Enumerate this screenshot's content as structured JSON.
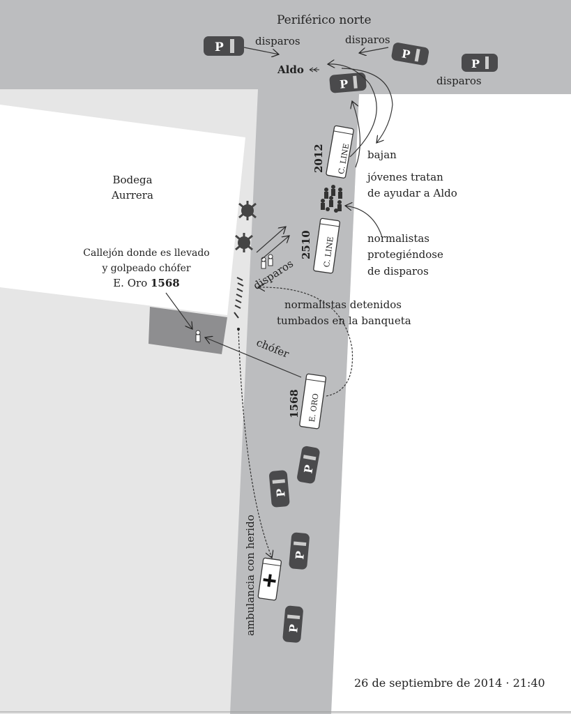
{
  "road_top": "Periférico norte",
  "place": "Bodega\nAurrera",
  "place_line1": "Bodega",
  "place_line2": "Aurrera",
  "victim_label": "Aldo",
  "shots": [
    "disparos",
    "disparos",
    "disparos",
    "disparos"
  ],
  "bus_labels": {
    "b2012_company": "C. LINE",
    "b2012_num": "2012",
    "b2510_company": "C. LINE",
    "b2510_num": "2510",
    "b1568_company": "E. ORO",
    "b1568_num": "1568"
  },
  "police_mark": "P",
  "annotations": {
    "bajan": "bajan",
    "ayudar1": "jóvenes tratan",
    "ayudar2": "de ayudar a Aldo",
    "prot1": "normalistas",
    "prot2": "protegiéndose",
    "prot3": "de disparos",
    "callejon1": "Callejón donde es llevado",
    "callejon2": "y golpeado chófer",
    "callejon3": "E. Oro",
    "callejon3b": "1568",
    "detenidos1": "normalistas detenidos",
    "detenidos2": "tumbados en la banqueta",
    "chofer": "chófer",
    "ambulancia": "ambulancia con herido"
  },
  "date_caption": "26 de septiembre de 2014 · 21:40",
  "colors": {
    "road": "#bcbdbf",
    "lot": "#e6e6e6",
    "alley": "#8e8e90",
    "police": "#4a4a4c"
  }
}
